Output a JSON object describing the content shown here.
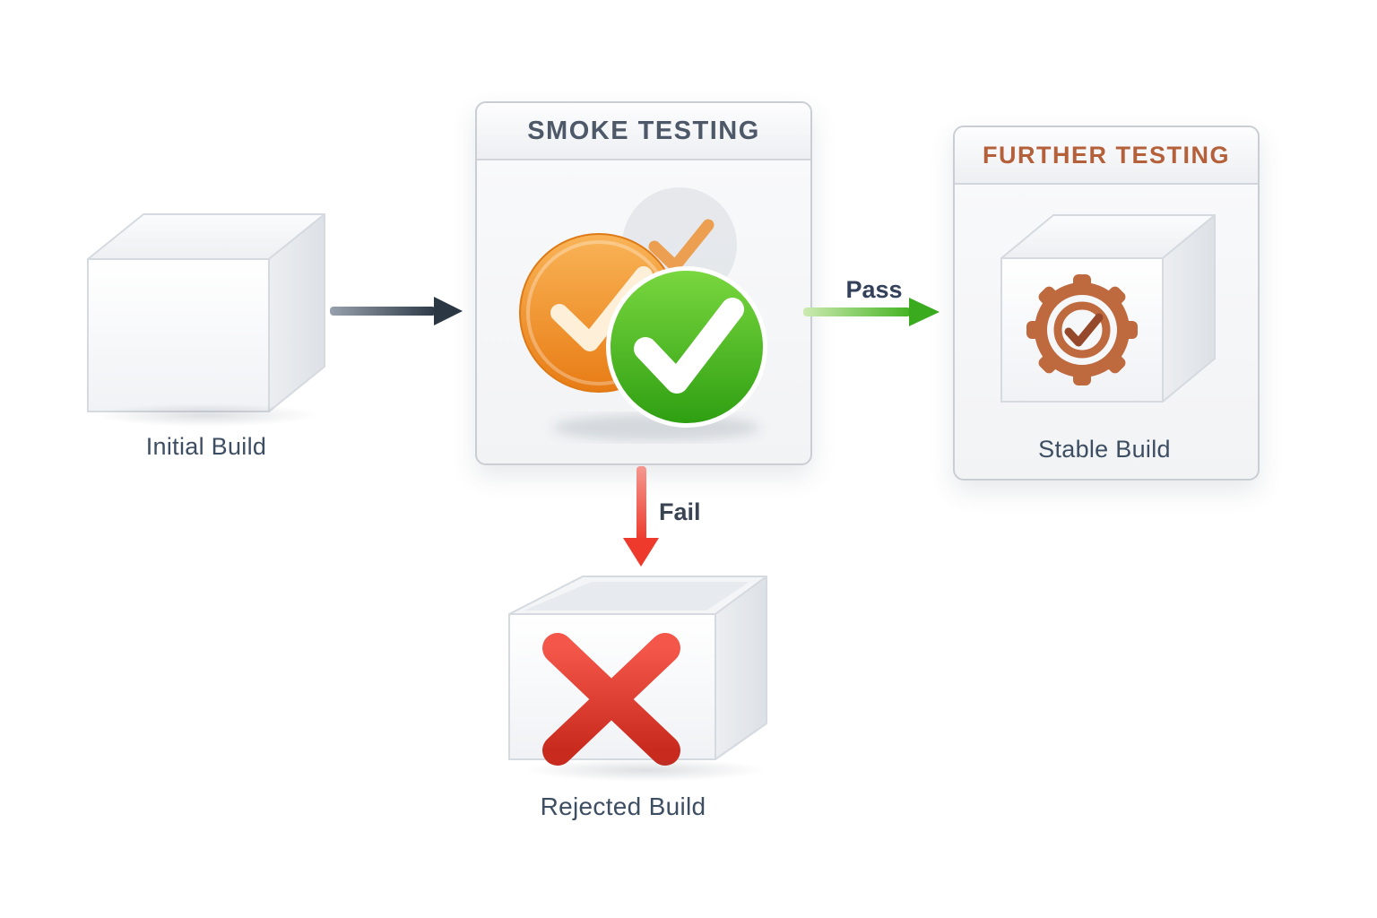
{
  "diagram": {
    "nodes": {
      "initial_build": {
        "label": "Initial Build"
      },
      "smoke_testing": {
        "title": "SMOKE TESTING"
      },
      "further_testing": {
        "title": "FURTHER TESTING",
        "label": "Stable Build"
      },
      "rejected_build": {
        "label": "Rejected Build"
      }
    },
    "edges": {
      "pass": {
        "label": "Pass"
      },
      "fail": {
        "label": "Fail"
      }
    },
    "colors": {
      "pass_arrow": "#3fae22",
      "fail_arrow": "#ee3a2c",
      "input_arrow": "#2e3947",
      "smoke_title_text": "#4d5868",
      "further_title_text": "#b4603a",
      "node_label_text": "#3d4e63",
      "orange_badge": "#ef8c1f",
      "green_badge": "#3aa916",
      "x_red": "#d6352a"
    },
    "icons": {
      "smoke_orange": "check-icon",
      "smoke_green": "check-icon",
      "smoke_faded": "check-icon",
      "further": "gear-icon",
      "rejected": "x-icon"
    }
  }
}
